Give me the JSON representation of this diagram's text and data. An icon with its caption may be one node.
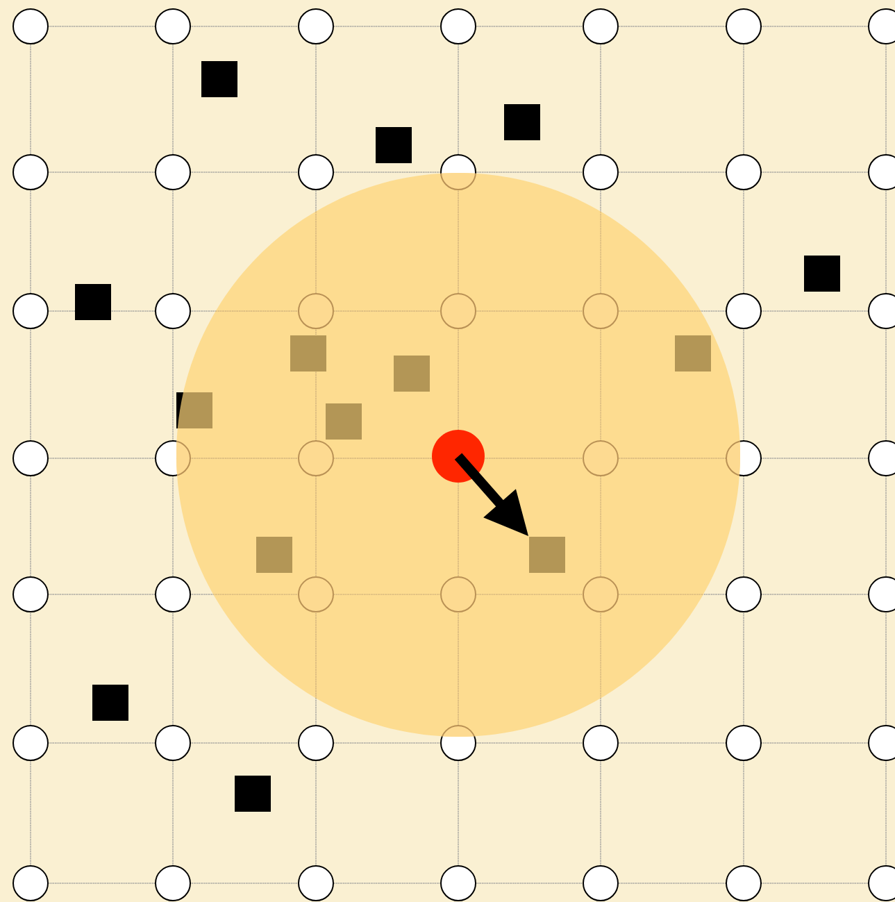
{
  "diagram": {
    "nodes": [
      {
        "text": [],
        "shape": "box"
      },
      {
        "text": [],
        "shape": "box"
      },
      {
        "text": [],
        "shape": "box"
      },
      {
        "text": [],
        "shape": "box"
      },
      {
        "text": [],
        "shape": "box"
      },
      {
        "text": [],
        "shape": "box"
      },
      {
        "text": [],
        "shape": "box"
      },
      {
        "text": [],
        "shape": "box"
      },
      {
        "text": [],
        "shape": "box"
      },
      {
        "text": [],
        "shape": "box"
      },
      {
        "text": [],
        "shape": "circle"
      },
      {
        "text": [],
        "shape": "box"
      },
      {
        "text": [],
        "shape": "box"
      },
      {
        "text": [],
        "shape": "box"
      },
      {
        "text": [],
        "shape": "box"
      }
    ],
    "edges": [
      {
        "from": 10,
        "to": 12,
        "arrow": "to"
      }
    ]
  }
}
